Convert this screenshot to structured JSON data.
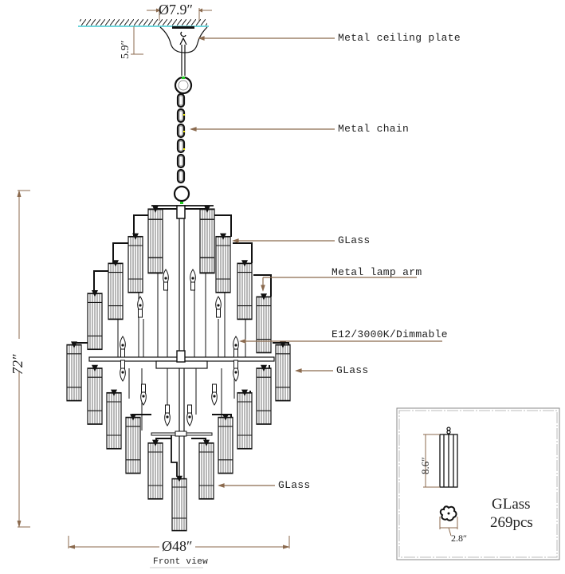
{
  "drawing": {
    "view_label": "Front view",
    "colors": {
      "line": "#111111",
      "leader": "#8b6a4e",
      "ceiling": "#40c8d0",
      "accent_green": "#22cc22",
      "accent_yellow": "#e8e000"
    },
    "dimensions": {
      "ceiling_plate_diameter": "Ø7.9″",
      "ceiling_plate_height": "5.9″",
      "overall_height": "72″",
      "overall_diameter": "Ø48″"
    },
    "callouts": [
      {
        "id": "ceiling-plate",
        "label": "Metal ceiling plate"
      },
      {
        "id": "chain",
        "label": "Metal chain"
      },
      {
        "id": "glass-top",
        "label": "GLass"
      },
      {
        "id": "lamp-arm",
        "label": "Metal lamp arm"
      },
      {
        "id": "bulb",
        "label": "E12/3000K/Dimmable"
      },
      {
        "id": "glass-middle",
        "label": "GLass"
      },
      {
        "id": "glass-bottom",
        "label": "GLass"
      }
    ],
    "detail_box": {
      "glass_height": "8.6″",
      "glass_width": "2.8″",
      "title": "GLass",
      "quantity": "269pcs"
    }
  }
}
